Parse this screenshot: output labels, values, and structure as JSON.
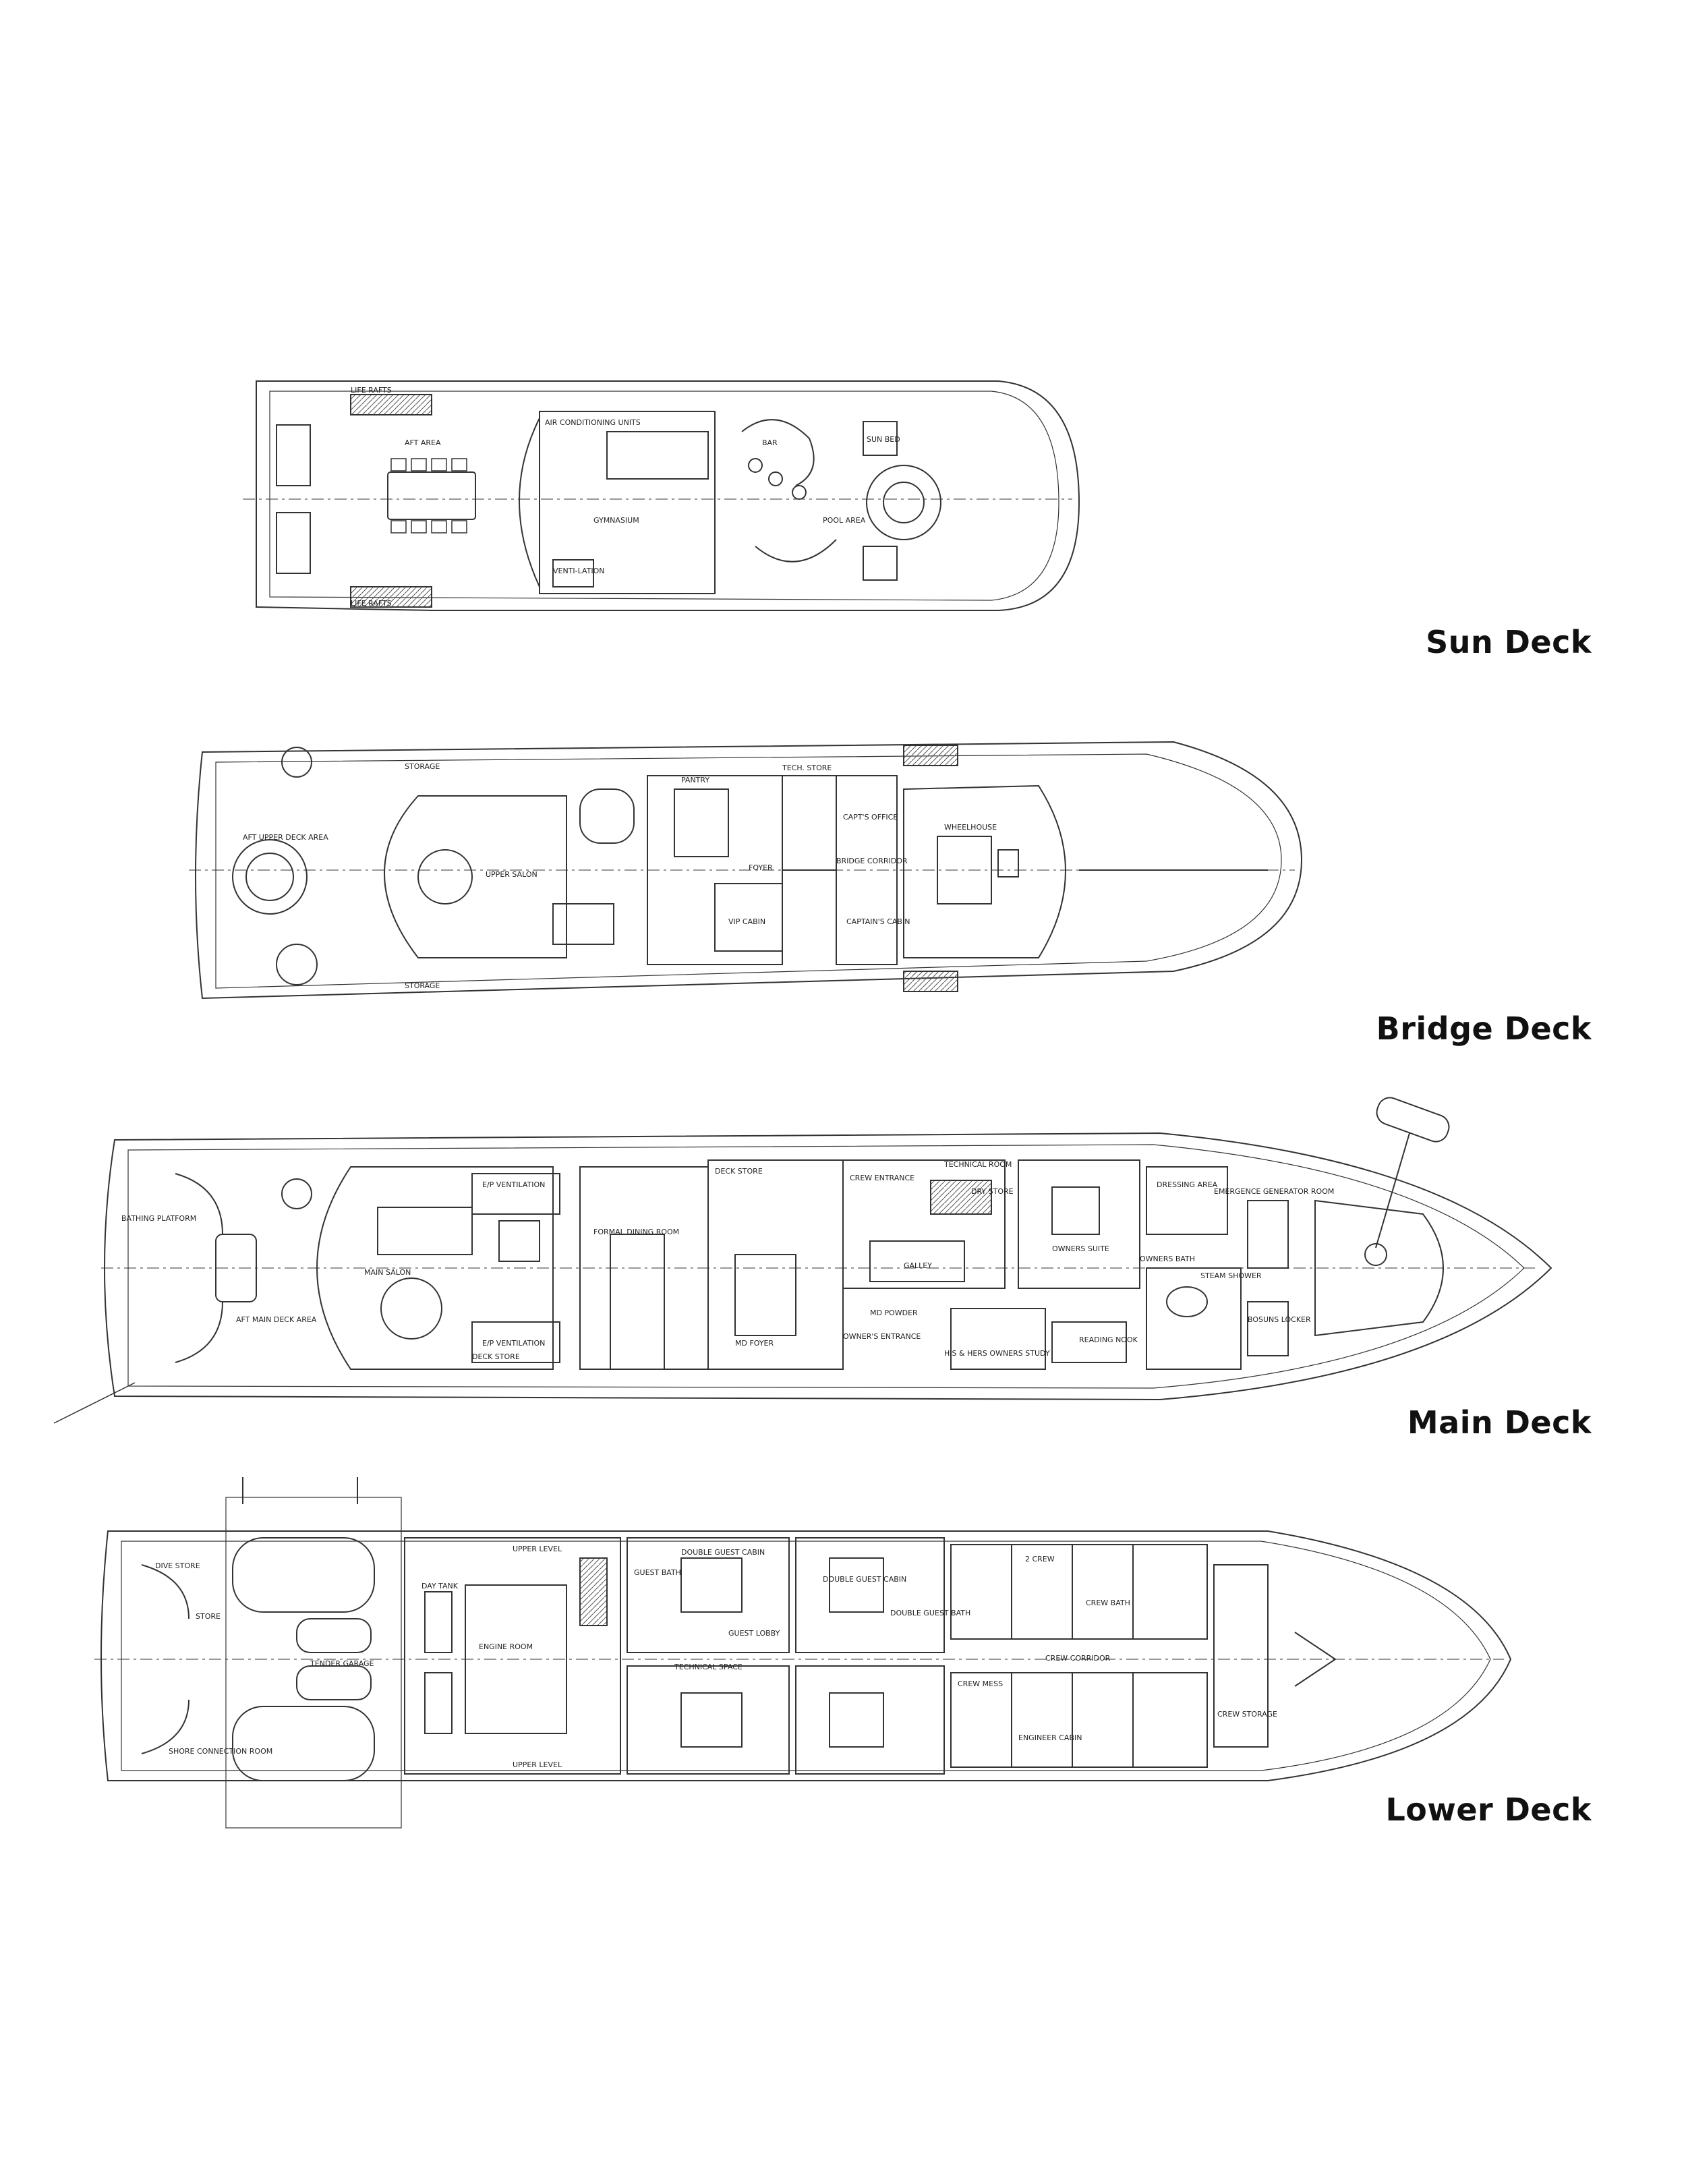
{
  "decks": [
    {
      "id": "sun",
      "title": "Sun Deck",
      "rooms": [
        "LIFE RAFTS",
        "AIR CONDITIONING UNITS",
        "AFT AREA",
        "GYMNASIUM",
        "BAR",
        "POOL AREA",
        "VENTI-LATION",
        "SUN BED",
        "LIFE RAFTS"
      ]
    },
    {
      "id": "bridge",
      "title": "Bridge Deck",
      "rooms": [
        "STORAGE",
        "AFT UPPER DECK AREA",
        "UPPER SALON",
        "PANTRY",
        "TECH. STORE",
        "CAPT'S OFFICE",
        "WHEELHOUSE",
        "FOYER",
        "BRIDGE CORRIDOR",
        "VIP CABIN",
        "CAPTAIN'S CABIN",
        "STORAGE"
      ]
    },
    {
      "id": "main",
      "title": "Main Deck",
      "rooms": [
        "BATHING PLATFORM",
        "AFT MAIN DECK AREA",
        "E/P VENTILATION",
        "MAIN SALON",
        "FORMAL DINING ROOM",
        "DECK STORE",
        "CREW ENTRANCE",
        "TECHNICAL ROOM",
        "DRY STORE",
        "GALLEY",
        "MD FOYER",
        "MD POWDER",
        "OWNER'S ENTRANCE",
        "HIS & HERS OWNERS STUDY",
        "OWNERS SUITE",
        "READING NOOK",
        "DRESSING AREA",
        "OWNERS BATH",
        "STEAM SHOWER",
        "EMERGENCE GENERATOR ROOM",
        "BOSUNS LOCKER",
        "E/P VENTILATION",
        "DECK STORE"
      ]
    },
    {
      "id": "lower",
      "title": "Lower Deck",
      "rooms": [
        "DIVE STORE",
        "STORE",
        "TENDER GARAGE",
        "SHORE CONNECTION ROOM",
        "ENGINE ROOM",
        "DAY TANK",
        "UPPER LEVEL",
        "UPPER LEVEL",
        "DOUBLE GUEST CABIN",
        "GUEST BATH",
        "GUEST LOBBY",
        "TECHNICAL SPACE",
        "DOUBLE GUEST CABIN",
        "DOUBLE GUEST BATH",
        "CREW CORRIDOR",
        "CREW MESS",
        "ENGINEER CABIN",
        "2 CREW",
        "CREW BATH",
        "CREW STORAGE"
      ]
    }
  ]
}
